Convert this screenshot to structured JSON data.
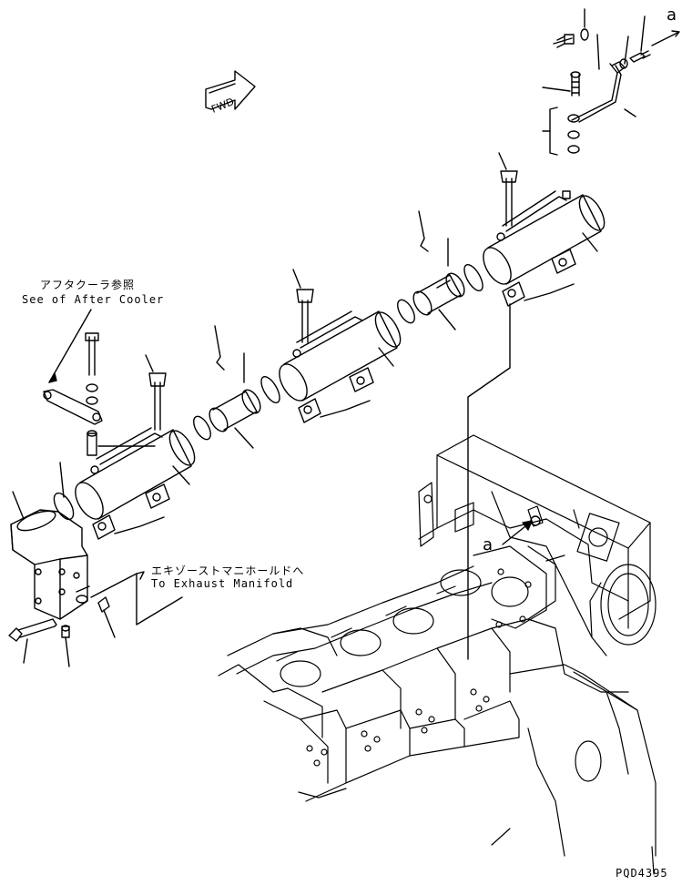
{
  "annotations": {
    "after_cooler_jp": "アフタクーラ参照",
    "after_cooler_en": "See of After Cooler",
    "exhaust_jp": "エキゾーストマニホールドへ",
    "exhaust_en": "To Exhaust Manifold",
    "ref_a_top": "a",
    "ref_a_engine": "a",
    "fwd": "FWD",
    "drawing_code": "PQD4395"
  },
  "colors": {
    "line": "#000000",
    "background": "#ffffff"
  }
}
